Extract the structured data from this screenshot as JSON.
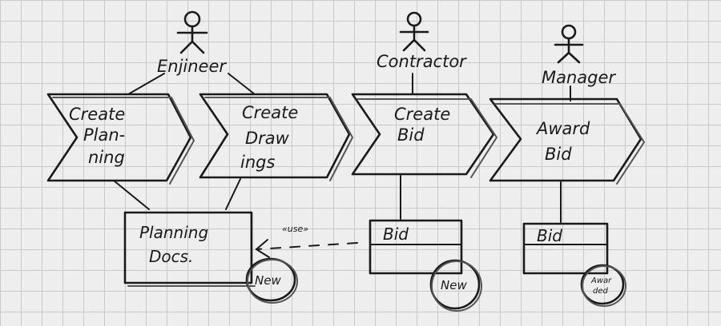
{
  "actors": {
    "engineer": "Enjineer",
    "contractor": "Contractor",
    "manager": "Manager"
  },
  "steps": {
    "create_planning": [
      "Create",
      "Plan-",
      "ning"
    ],
    "create_drawings": [
      "Create",
      "Draw",
      "ings"
    ],
    "create_bid": [
      "Create",
      "Bid"
    ],
    "award_bid": [
      "Award",
      "Bid"
    ]
  },
  "artifacts": {
    "planning_docs": [
      "Planning",
      "Docs."
    ],
    "bid_contractor": "Bid",
    "bid_manager": "Bid"
  },
  "states": {
    "planning_docs": "New",
    "bid_contractor": "New",
    "bid_manager": [
      "Awar",
      "ded"
    ]
  },
  "relation": {
    "stereotype": "«use»"
  }
}
